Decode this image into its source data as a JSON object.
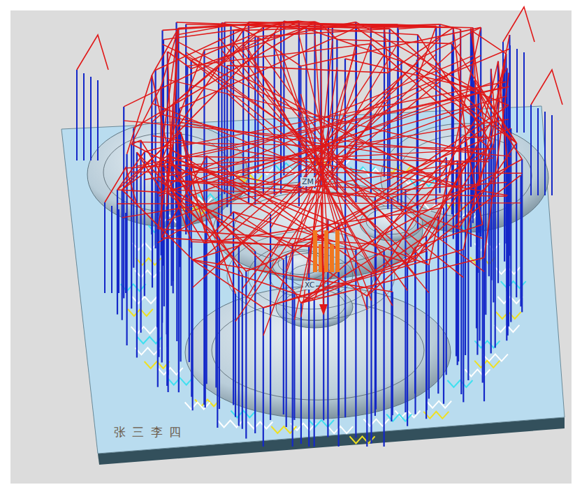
{
  "diagram": {
    "labels": [
      "张 三 李 四",
      "ZM",
      "XC"
    ]
  }
}
